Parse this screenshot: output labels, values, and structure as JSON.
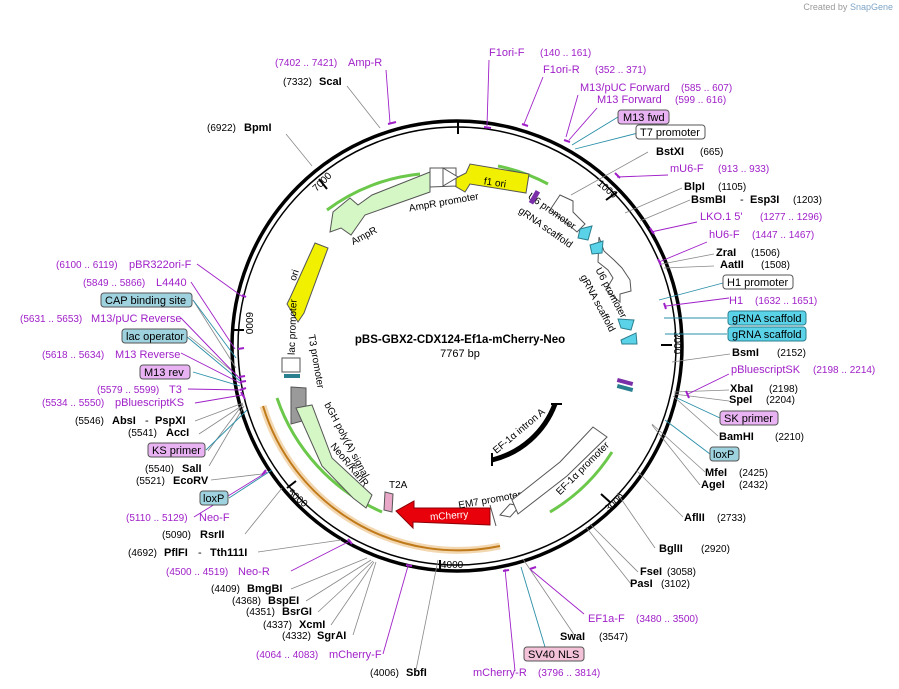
{
  "credit": {
    "prefix": "Created by",
    "brand": "SnapGene"
  },
  "plasmid": {
    "name": "pBS-GBX2-CDX124-Ef1a-mCherry-Neo",
    "size": "7767 bp"
  },
  "ticks": [
    "1000",
    "2000",
    "3000",
    "4000",
    "5000",
    "6000",
    "7000"
  ],
  "features": {
    "f1_ori": "f1 ori",
    "ampr_promoter": "AmpR promoter",
    "ampr": "AmpR",
    "ori": "ori",
    "u6_promoter_a": "U6 promoter",
    "grna_scaffold_a": "gRNA scaffold",
    "u6_promoter_b": "U6 promoter",
    "grna_scaffold_b": "gRNA scaffold",
    "lac_promoter": "lac promoter",
    "t3_promoter": "T3 promoter",
    "bgh_polya": "bGH poly(A) signal",
    "neor_kanr": "NeoR/KanR",
    "t2a": "T2A",
    "mcherry": "mCherry",
    "em7_promoter": "EM7 promoter",
    "ef1a_promoter": "EF-1α promoter",
    "ef1a_intron": "EF-1α intron A"
  },
  "labels": {
    "amp_r": {
      "range": "(7402 .. 7421)",
      "name": "Amp-R"
    },
    "scai": {
      "pos": "(7332)",
      "name": "ScaI"
    },
    "bpmi": {
      "pos": "(6922)",
      "name": "BpmI"
    },
    "f1ori_f": {
      "name": "F1ori-F",
      "range": "(140 .. 161)"
    },
    "f1ori_r": {
      "name": "F1ori-R",
      "range": "(352 .. 371)"
    },
    "m13puc_fwd": {
      "name": "M13/pUC Forward",
      "range": "(585 .. 607)"
    },
    "m13_fwd_primer": {
      "name": "M13 Forward",
      "range": "(599 .. 616)"
    },
    "m13_fwd_box": "M13 fwd",
    "t7_promoter_box": "T7 promoter",
    "bstxi": {
      "name": "BstXI",
      "pos": "(665)"
    },
    "mu6_f": {
      "name": "mU6-F",
      "range": "(913 .. 933)"
    },
    "blpi": {
      "name": "BlpI",
      "pos": "(1105)"
    },
    "bsmbi": {
      "name": "BsmBI",
      "sep": "-",
      "name2": "Esp3I",
      "pos": "(1203)"
    },
    "lko": {
      "name": "LKO.1 5'",
      "range": "(1277 .. 1296)"
    },
    "hu6_f": {
      "name": "hU6-F",
      "range": "(1447 .. 1467)"
    },
    "zrai": {
      "name": "ZraI",
      "pos": "(1506)"
    },
    "aatii": {
      "name": "AatII",
      "pos": "(1508)"
    },
    "h1_promoter_box": "H1 promoter",
    "h1": {
      "name": "H1",
      "range": "(1632 .. 1651)"
    },
    "grna_box_1": "gRNA scaffold",
    "grna_box_2": "gRNA scaffold",
    "bsmi": {
      "name": "BsmI",
      "pos": "(2152)"
    },
    "pbluescriptsk": {
      "name": "pBluescriptSK",
      "range": "(2198 .. 2214)"
    },
    "xbai": {
      "name": "XbaI",
      "pos": "(2198)"
    },
    "spei": {
      "name": "SpeI",
      "pos": "(2204)"
    },
    "sk_primer_box": "SK primer",
    "bamhi": {
      "name": "BamHI",
      "pos": "(2210)"
    },
    "loxp_right_box": "loxP",
    "mfei": {
      "name": "MfeI",
      "pos": "(2425)"
    },
    "agei": {
      "name": "AgeI",
      "pos": "(2432)"
    },
    "aflii": {
      "name": "AflII",
      "pos": "(2733)"
    },
    "bglii": {
      "name": "BglII",
      "pos": "(2920)"
    },
    "fsei": {
      "name": "FseI",
      "pos": "(3058)"
    },
    "pasi": {
      "name": "PasI",
      "pos": "(3102)"
    },
    "ef1a_f": {
      "name": "EF1a-F",
      "range": "(3480 .. 3500)"
    },
    "swai": {
      "name": "SwaI",
      "pos": "(3547)"
    },
    "sv40_nls_box": "SV40 NLS",
    "mcherry_r": {
      "name": "mCherry-R",
      "range": "(3796 .. 3814)"
    },
    "sbfi": {
      "pos": "(4006)",
      "name": "SbfI"
    },
    "mcherry_f": {
      "range": "(4064 .. 4083)",
      "name": "mCherry-F"
    },
    "sgrai": {
      "pos": "(4332)",
      "name": "SgrAI"
    },
    "xcmi": {
      "pos": "(4337)",
      "name": "XcmI"
    },
    "bsrgi": {
      "pos": "(4351)",
      "name": "BsrGI"
    },
    "bspei": {
      "pos": "(4368)",
      "name": "BspEI"
    },
    "bmgbi": {
      "pos": "(4409)",
      "name": "BmgBI"
    },
    "neo_r": {
      "range": "(4500 .. 4519)",
      "name": "Neo-R"
    },
    "pflfi": {
      "pos": "(4692)",
      "name": "PflFI",
      "sep": "-",
      "name2": "Tth111I"
    },
    "rsrii": {
      "pos": "(5090)",
      "name": "RsrII"
    },
    "neo_f": {
      "range": "(5110 .. 5129)",
      "name": "Neo-F"
    },
    "loxp_left_box": "loxP",
    "ecorv": {
      "pos": "(5521)",
      "name": "EcoRV"
    },
    "sali": {
      "pos": "(5540)",
      "name": "SalI"
    },
    "ks_primer_box": "KS primer",
    "acci": {
      "pos": "(5541)",
      "name": "AccI"
    },
    "absi": {
      "pos": "(5546)",
      "name": "AbsI",
      "sep": "-",
      "name2": "PspXI"
    },
    "pbluescriptks": {
      "range": "(5534 .. 5550)",
      "name": "pBluescriptKS"
    },
    "t3": {
      "range": "(5579 .. 5599)",
      "name": "T3"
    },
    "m13_rev_box": "M13 rev",
    "m13_reverse": {
      "range": "(5618 .. 5634)",
      "name": "M13 Reverse"
    },
    "lac_operator_box": "lac operator",
    "m13puc_reverse": {
      "range": "(5631 .. 5653)",
      "name": "M13/pUC Reverse"
    },
    "cap_box": "CAP binding site",
    "l4440": {
      "range": "(5849 .. 5866)",
      "name": "L4440"
    },
    "pbr322ori_f": {
      "range": "(6100 .. 6119)",
      "name": "pBR322ori-F"
    }
  },
  "colors": {
    "primer": "#a020c8",
    "ori_yellow": "#f0f000",
    "green_feature": "#d4f7c5",
    "mcherry_red": "#e8000a",
    "cyan_box": "#5ad2e8",
    "purple_box": "#e9b3f3",
    "pink_box": "#f3c2d8",
    "teal_box": "#9ed2de",
    "orange_band": "#f6c98a"
  }
}
